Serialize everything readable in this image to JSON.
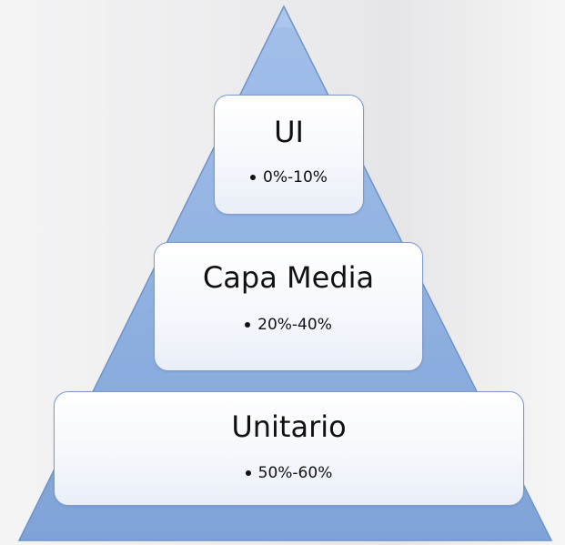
{
  "colors": {
    "pyramid_fill": "#8fb0e0",
    "pyramid_edge": "#6f93c9",
    "box_border": "#7e9ccb"
  },
  "tiers": [
    {
      "title": "UI",
      "bullet": "0%-10%"
    },
    {
      "title": "Capa Media",
      "bullet": "20%-40%"
    },
    {
      "title": "Unitario",
      "bullet": "50%-60%"
    }
  ]
}
